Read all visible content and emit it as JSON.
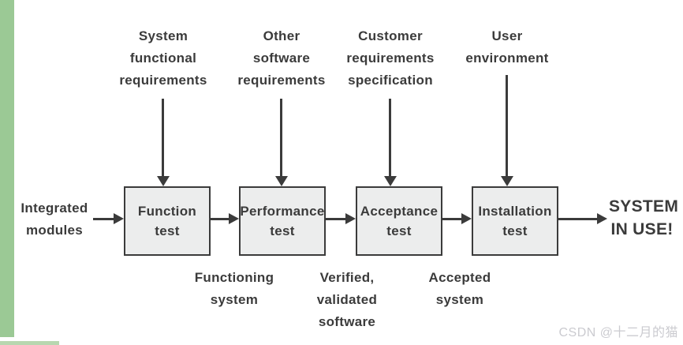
{
  "colors": {
    "accent_bar": "#9bc995",
    "accent_strip": "#b8d7b0",
    "line": "#3b3b3b",
    "box_fill": "#eceded",
    "watermark": "#cbcbd0"
  },
  "flow": {
    "input_label": "Integrated\nmodules",
    "output_label": "SYSTEM\nIN USE!",
    "stages": [
      {
        "top_input": "System\nfunctional\nrequirements",
        "box": "Function\ntest"
      },
      {
        "top_input": "Other\nsoftware\nrequirements",
        "box": "Performance\ntest"
      },
      {
        "top_input": "Customer\nrequirements\nspecification",
        "box": "Acceptance\ntest"
      },
      {
        "top_input": "User\nenvironment",
        "box": "Installation\ntest"
      }
    ],
    "intermediate_outputs": [
      "Functioning\nsystem",
      "Verified,\nvalidated\nsoftware",
      "Accepted\nsystem"
    ],
    "watermark": "CSDN @十二月的猫"
  }
}
